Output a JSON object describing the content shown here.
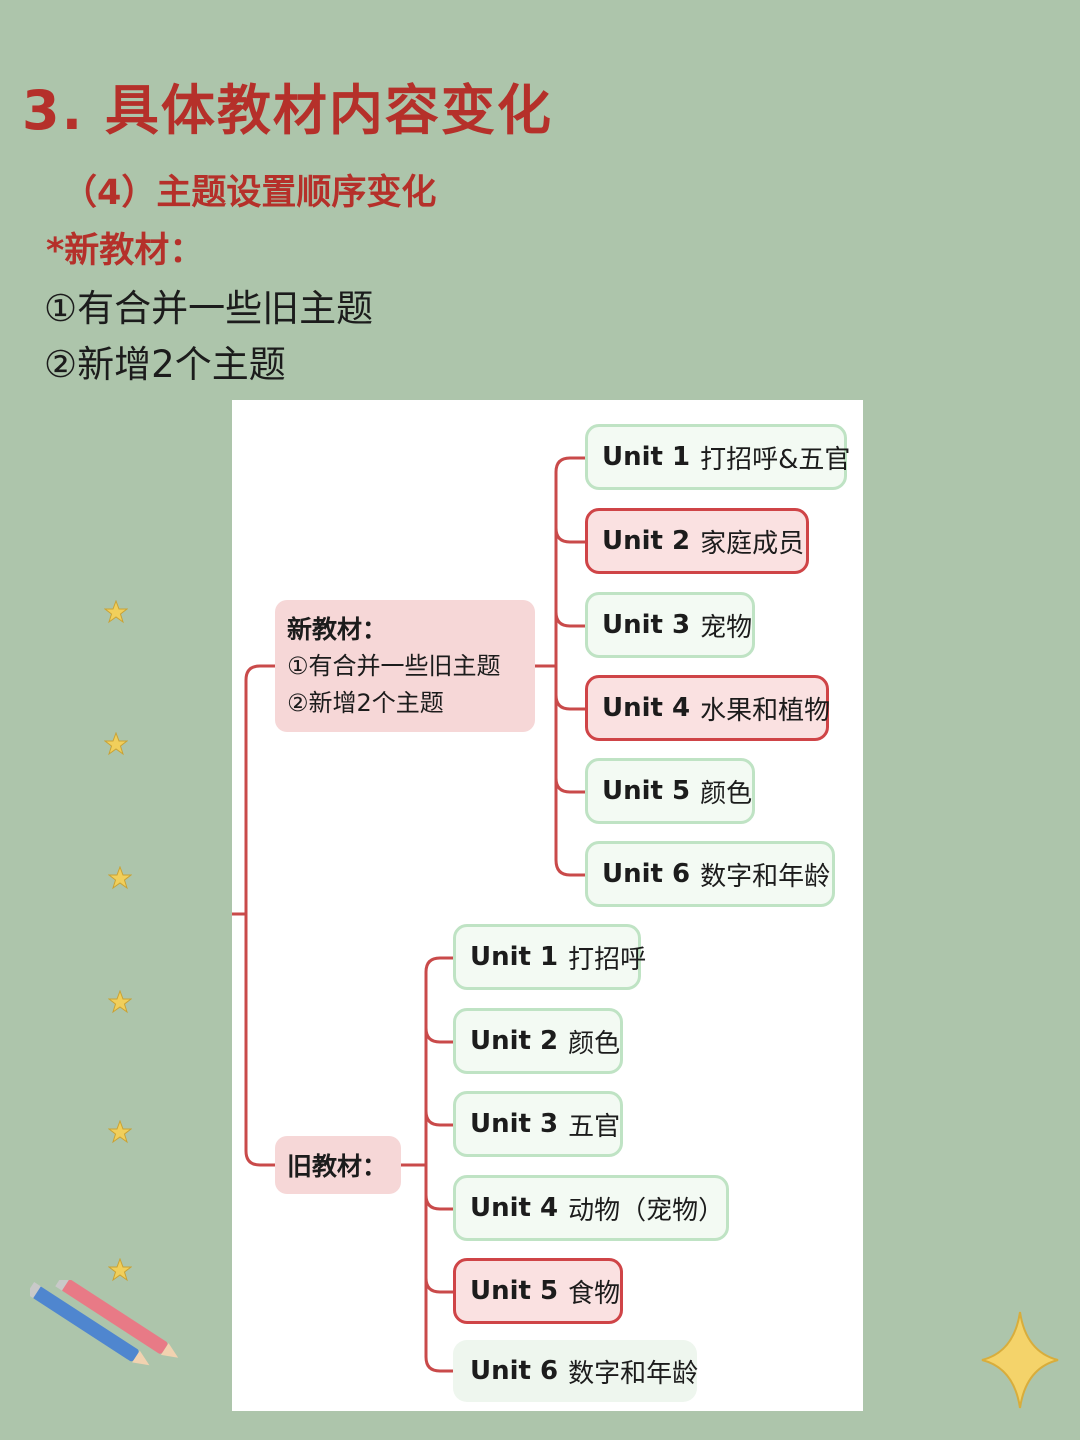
{
  "heading": {
    "title": "3. 具体教材内容变化",
    "subtitle": "（4）主题设置顺序变化",
    "new_label": "*新教材：",
    "points": [
      "①有合并一些旧主题",
      "②新增2个主题"
    ]
  },
  "mindmap": {
    "new_category": {
      "title": "新教材：",
      "lines": [
        "①有合并一些旧主题",
        "②新增2个主题"
      ]
    },
    "old_category": {
      "title": "旧教材："
    },
    "new_units": [
      {
        "unit": "Unit 1",
        "topic": "打招呼&五官",
        "style": "green"
      },
      {
        "unit": "Unit 2",
        "topic": "家庭成员",
        "style": "red"
      },
      {
        "unit": "Unit 3",
        "topic": "宠物",
        "style": "green"
      },
      {
        "unit": "Unit 4",
        "topic": "水果和植物",
        "style": "red"
      },
      {
        "unit": "Unit 5",
        "topic": "颜色",
        "style": "green"
      },
      {
        "unit": "Unit 6",
        "topic": "数字和年龄",
        "style": "green"
      }
    ],
    "old_units": [
      {
        "unit": "Unit 1",
        "topic": "打招呼",
        "style": "green"
      },
      {
        "unit": "Unit 2",
        "topic": "颜色",
        "style": "green"
      },
      {
        "unit": "Unit 3",
        "topic": "五官",
        "style": "green"
      },
      {
        "unit": "Unit 4",
        "topic": "动物（宠物）",
        "style": "green"
      },
      {
        "unit": "Unit 5",
        "topic": "食物",
        "style": "red"
      },
      {
        "unit": "Unit 6",
        "topic": "数字和年龄",
        "style": "plain"
      }
    ]
  },
  "decorations": {
    "left_icons": [
      "star-icon",
      "star-icon",
      "star-icon",
      "star-icon",
      "star-icon",
      "star-icon"
    ],
    "bottom_left_icon": "pencils-icon",
    "bottom_right_icon": "sparkle-star-icon",
    "colors": {
      "background": "#adc5ab",
      "title_red": "#b5302a",
      "branch_red": "#c94a4a",
      "node_green_border": "#bfe3c4",
      "node_red_border": "#cf4447"
    }
  }
}
